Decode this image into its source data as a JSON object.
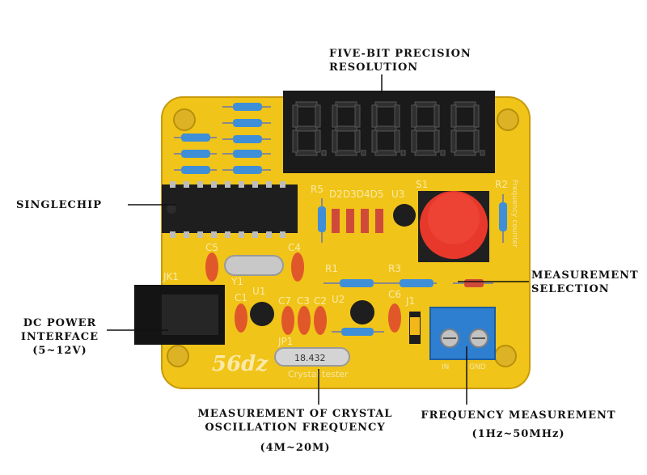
{
  "callouts": {
    "display": {
      "line1": "FIVE-BIT PRECISION",
      "line2": "RESOLUTION"
    },
    "singlechip": "SINGLECHIP",
    "measurement_selection": {
      "line1": "MEASUREMENT",
      "line2": "SELECTION"
    },
    "dc_power": {
      "line1": "DC POWER",
      "line2": "INTERFACE",
      "line3": "(5~12V)"
    },
    "crystal": {
      "line1": "MEASUREMENT OF CRYSTAL",
      "line2": "OSCILLATION FREQUENCY",
      "line3": "(4M~20M)"
    },
    "frequency": {
      "line1": "FREQUENCY MEASUREMENT",
      "line2": "(1Hz~50MHz)"
    }
  },
  "board": {
    "labels": {
      "r5": "R5",
      "d_group": "D2D3D4D5",
      "u3": "U3",
      "s1": "S1",
      "r2": "R2",
      "c5": "C5",
      "c4": "C4",
      "jk1": "JK1",
      "y1": "Y1",
      "u1": "U1",
      "r1": "R1",
      "r3": "R3",
      "c1": "C1",
      "c7": "C7",
      "c3": "C3",
      "c2": "C2",
      "u2": "U2",
      "c6": "C6",
      "j1": "J1",
      "jp1": "JP1",
      "in": "IN",
      "gnd": "GND",
      "silk_side": "Frequency counter",
      "silk_bottom": "Crystal tester",
      "logo": "56dz",
      "crystal_marking": "18.432"
    },
    "colors": {
      "pcb": "#f0c419",
      "display": "#1a1a1a",
      "button": "#e8382b",
      "terminal": "#2f7fd1"
    }
  }
}
